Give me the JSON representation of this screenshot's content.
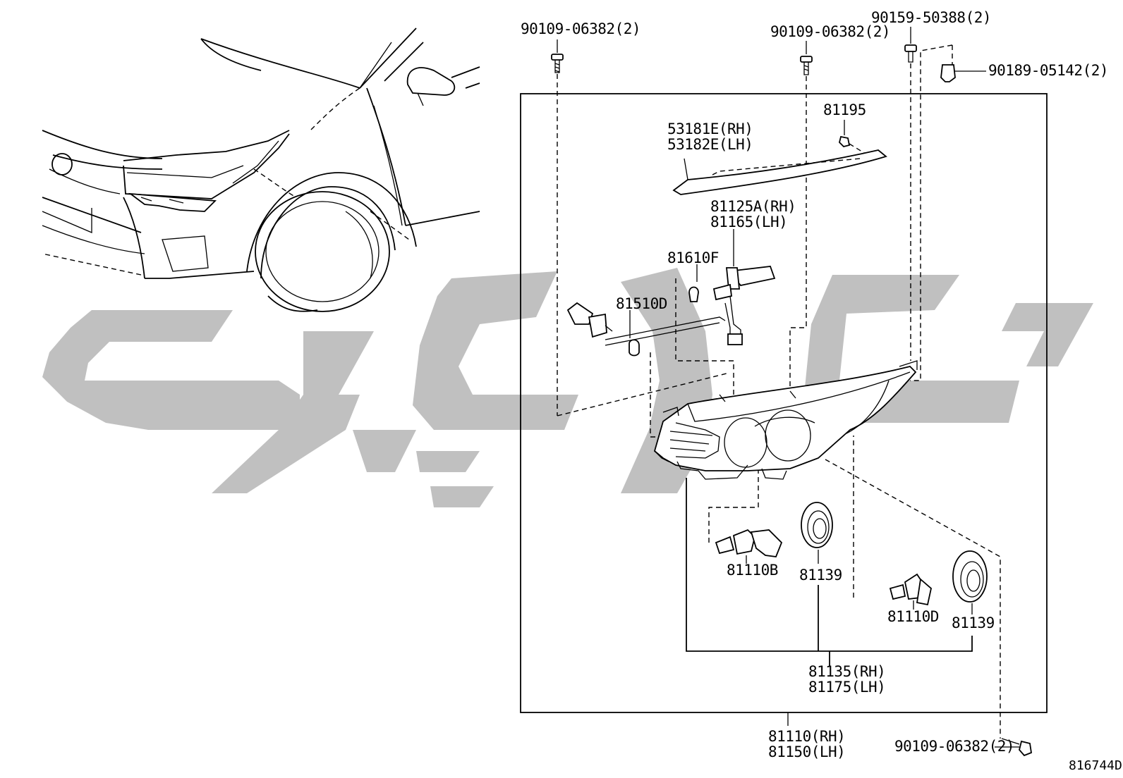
{
  "diagram": {
    "reference_code": "816744D",
    "watermark": {
      "color": "#bdbdbd"
    },
    "labels": {
      "bolt_left_top": "90109-06382(2)",
      "bolt_center_top": "90109-06382(2)",
      "screw_top_right": "90159-50388(2)",
      "clip_top_right": "90189-05142(2)",
      "screw_81195": "81195",
      "trim_rh": "53181E(RH)",
      "trim_lh": "53182E(LH)",
      "socket_rh": "81125A(RH)",
      "socket_lh": "81165(LH)",
      "bulb_81610f": "81610F",
      "bulb_81510d": "81510D",
      "bulb_81110b": "81110B",
      "cap_81139_left": "81139",
      "bulb_81110d": "81110D",
      "cap_81139_right": "81139",
      "unit_81135_rh": "81135(RH)",
      "unit_81175_lh": "81175(LH)",
      "assy_rh": "81110(RH)",
      "assy_lh": "81150(LH)",
      "bolt_bottom_right": "90109-06382(2)"
    }
  }
}
